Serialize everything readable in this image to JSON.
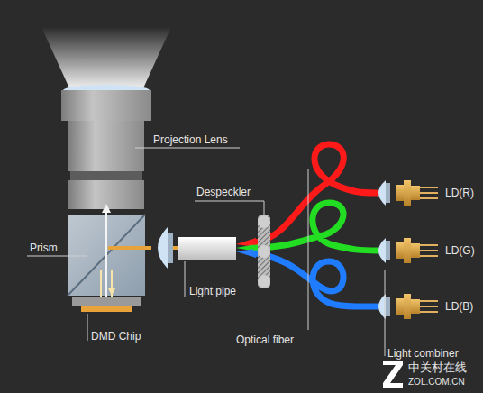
{
  "diagram": {
    "labels": [
      "Projection Lens",
      "Despeckler",
      "Prism",
      "Light pipe",
      "DMD Chip",
      "Optical fiber",
      "LD(R)",
      "LD(G)",
      "LD(B)",
      "Light combiner",
      "中关村在线",
      "ZOL.COM.CN"
    ]
  }
}
